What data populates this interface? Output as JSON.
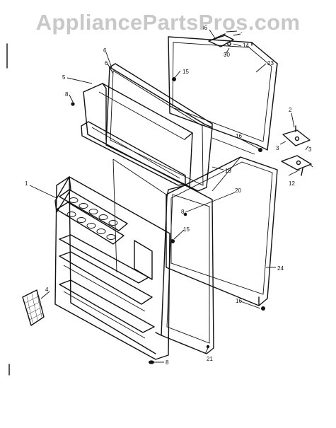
{
  "watermark": "AppliancePartsPros.com",
  "callouts": {
    "c1": "1",
    "c2": "2",
    "c3a": "3",
    "c3b": "3",
    "c4": "4",
    "c5": "5",
    "c6a": "6",
    "c6b": "6",
    "c8a": "8",
    "c8b": "8",
    "c8c": "8",
    "c12": "12",
    "c14": "14",
    "c15a": "15",
    "c15b": "15",
    "c16a": "16",
    "c16b": "16",
    "c19": "19",
    "c20": "20",
    "c21": "21",
    "c23": "23",
    "c24": "24",
    "c30": "30",
    "c36": "36"
  }
}
